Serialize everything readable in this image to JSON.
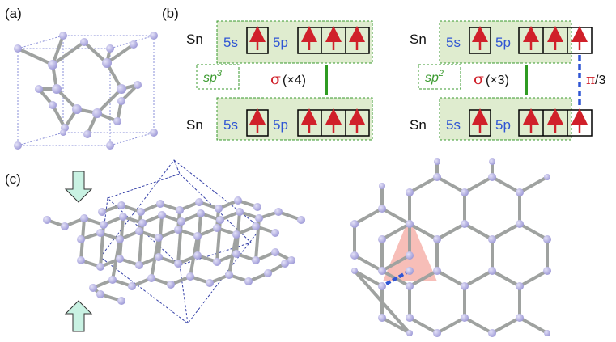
{
  "panels": {
    "a": "(a)",
    "b": "(b)",
    "c": "(c)"
  },
  "colors": {
    "bond": "#9fa2a0",
    "atom": "#b6b3e6",
    "box_fill": "#dfeccf",
    "box_border": "#3a9a2e",
    "arrow_red": "#d0202a",
    "orbital_blue": "#2f55d4",
    "pi_bond": "#2f55d4",
    "sigma_bond": "#2f9b22",
    "triangle": "#f4a8a0",
    "compress_arrow": "#c9f2e3"
  },
  "sp3_scheme": {
    "top_atom": "Sn",
    "bottom_atom": "Sn",
    "s_orbital": "5s",
    "p_orbital": "5p",
    "hybrid_prefix": "sp",
    "hybrid_exp": "3",
    "sigma_symbol": "σ",
    "sigma_count": "(×4)"
  },
  "sp2_scheme": {
    "top_atom": "Sn",
    "bottom_atom": "Sn",
    "s_orbital": "5s",
    "p_orbital": "5p",
    "hybrid_prefix": "sp",
    "hybrid_exp": "2",
    "sigma_symbol": "σ",
    "sigma_count": "(×3)",
    "pi_symbol": "π",
    "pi_fraction": "/3"
  }
}
